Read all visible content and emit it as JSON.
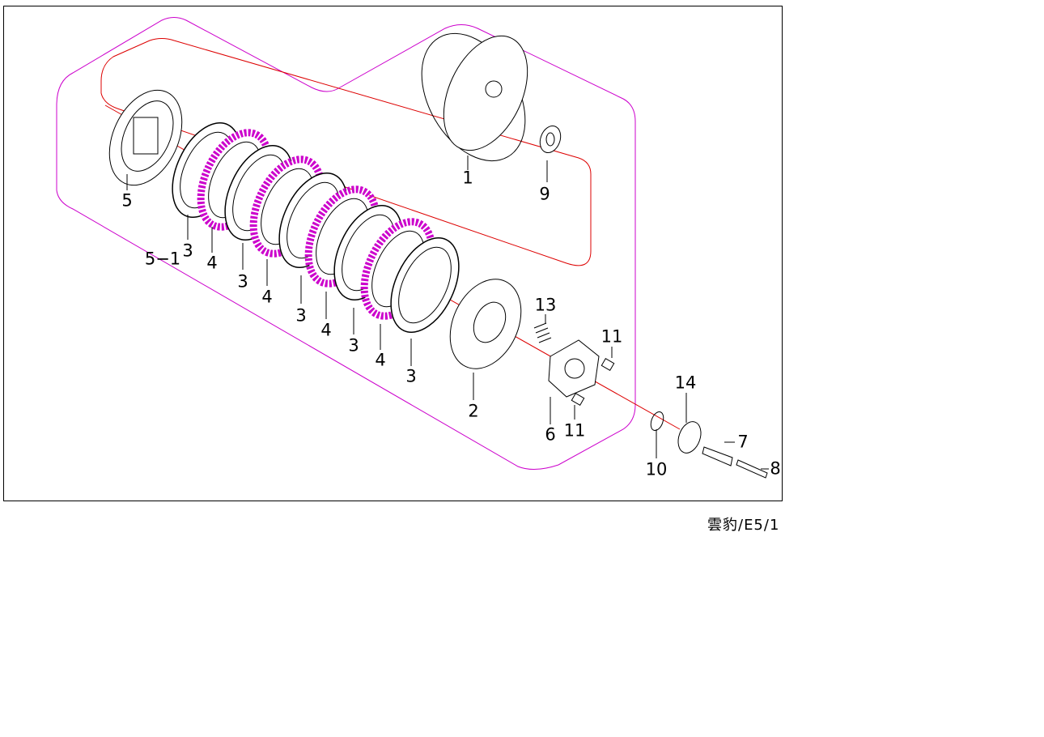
{
  "diagram": {
    "caption": "雲豹/E5/1",
    "colors": {
      "outline": "#cc00cc",
      "axis": "#dd0000",
      "line": "#000000"
    },
    "callouts": [
      {
        "id": "c1",
        "text": "1"
      },
      {
        "id": "c9",
        "text": "9"
      },
      {
        "id": "c5",
        "text": "5"
      },
      {
        "id": "c5-1",
        "text": "5−1"
      },
      {
        "id": "c3a",
        "text": "3"
      },
      {
        "id": "c4a",
        "text": "4"
      },
      {
        "id": "c3b",
        "text": "3"
      },
      {
        "id": "c4b",
        "text": "4"
      },
      {
        "id": "c3c",
        "text": "3"
      },
      {
        "id": "c4c",
        "text": "4"
      },
      {
        "id": "c3d",
        "text": "3"
      },
      {
        "id": "c4d",
        "text": "4"
      },
      {
        "id": "c3e",
        "text": "3"
      },
      {
        "id": "c2",
        "text": "2"
      },
      {
        "id": "c13",
        "text": "13"
      },
      {
        "id": "c11a",
        "text": "11"
      },
      {
        "id": "c14",
        "text": "14"
      },
      {
        "id": "c6",
        "text": "6"
      },
      {
        "id": "c11b",
        "text": "11"
      },
      {
        "id": "c7",
        "text": "7"
      },
      {
        "id": "c10",
        "text": "10"
      },
      {
        "id": "c8",
        "text": "8"
      }
    ]
  }
}
